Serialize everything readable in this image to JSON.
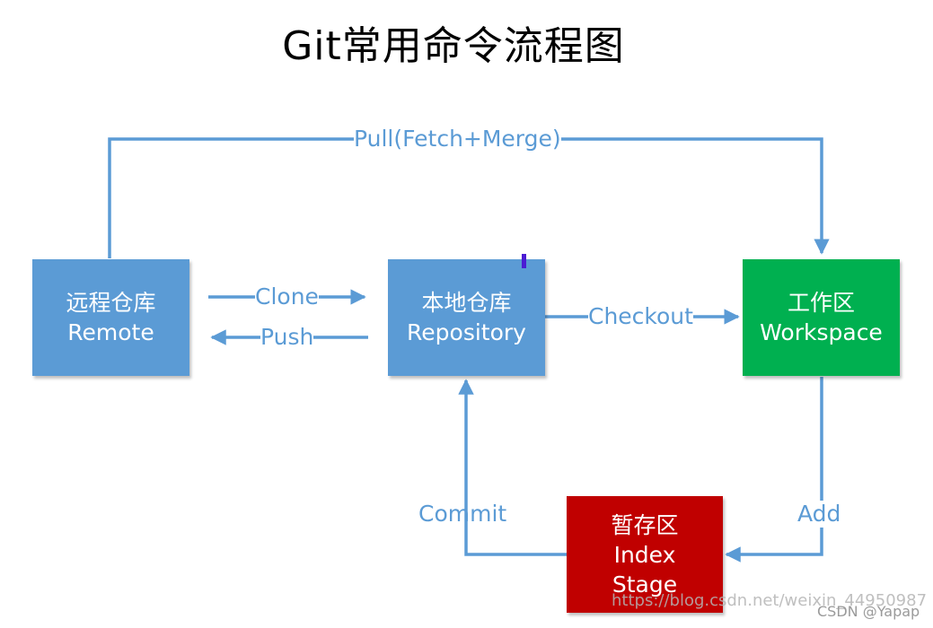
{
  "title": "Git常用命令流程图",
  "nodes": {
    "remote": {
      "line1": "远程仓库",
      "line2": "Remote"
    },
    "repository": {
      "line1": "本地仓库",
      "line2": "Repository"
    },
    "workspace": {
      "line1": "工作区",
      "line2": "Workspace"
    },
    "index": {
      "line1": "暂存区",
      "line2": "Index",
      "line3": "Stage"
    }
  },
  "edges": {
    "pull": "Pull(Fetch+Merge)",
    "clone": "Clone",
    "push": "Push",
    "checkout": "Checkout",
    "add": "Add",
    "commit": "Commit"
  },
  "watermark": "https://blog.csdn.net/weixin_44950987",
  "credit": "CSDN @Yapap",
  "colors": {
    "arrow": "#5b9bd5",
    "node_blue": "#5b9bd5",
    "node_green": "#00b050",
    "node_red": "#c00000"
  }
}
